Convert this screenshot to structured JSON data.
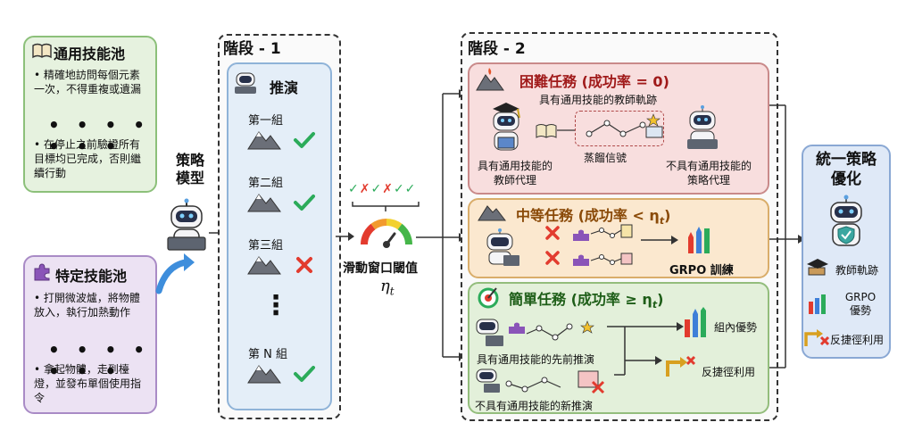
{
  "general_pool": {
    "title": "通用技能池",
    "items": [
      "精確地訪問每個元素一次，不得重複或遺漏",
      "在停止之前驗證所有目標均已完成，否則繼續行動"
    ],
    "dots": "• • • • • • •"
  },
  "policy_model": {
    "label": "策略\n模型"
  },
  "specific_pool": {
    "title": "特定技能池",
    "items": [
      "打開微波爐，將物體放入，執行加熱動作",
      "拿起物體，走到檯燈，並發布單個使用指令"
    ],
    "dots": "• • • • • • •"
  },
  "stage1": {
    "title": "階段 - 1",
    "rollout_title": "推演",
    "groups": [
      {
        "label": "第一組",
        "status": "check"
      },
      {
        "label": "第二組",
        "status": "check"
      },
      {
        "label": "第三組",
        "status": "cross"
      },
      {
        "label": "第 N 組",
        "status": "check"
      }
    ],
    "vdots": "⋮"
  },
  "window": {
    "label": "滑動窗口閾值",
    "symbol": "η",
    "subscript": "t",
    "marks": "✓✗✓✗✓✓"
  },
  "stage2": {
    "title": "階段 - 2",
    "hard": {
      "title": "困難任務 (成功率 = 0)",
      "teacher_traj": "具有通用技能的教師軌跡",
      "distill": "蒸餾信號",
      "teacher_agent": "具有通用技能的教師代理",
      "student_agent": "不具有通用技能的策略代理"
    },
    "medium": {
      "title": "中等任務 (成功率 < η",
      "sub": "t",
      "close": ")",
      "grpo": "GRPO 訓練"
    },
    "easy": {
      "title": "簡單任務 (成功率 ≥ η",
      "sub": "t",
      "close": ")",
      "prev": "具有通用技能的先前推演",
      "new": "不具有通用技能的新推演",
      "in_group": "組內優勢",
      "anti": "反捷徑利用"
    }
  },
  "unified": {
    "title": "統一策略\n優化",
    "teacher": "教師軌跡",
    "grpo": "GRPO\n優勢",
    "anti": "反捷徑利用"
  },
  "colors": {
    "general_bg": "#e6f2df",
    "general_border": "#8cc07a",
    "specific_bg": "#ece2f3",
    "specific_border": "#a98bc6",
    "rollout_bg": "#e4eef8",
    "rollout_border": "#8fb3d8",
    "hard_bg": "#f8dede",
    "hard_border": "#c98a8a",
    "medium_bg": "#fbe8cf",
    "medium_border": "#d9ad6a",
    "easy_bg": "#e3f0da",
    "easy_border": "#93bd7c",
    "unified_bg": "#dfe9f7",
    "unified_border": "#8aa8d4",
    "check": "#2bab5a",
    "cross": "#e23b2e"
  }
}
